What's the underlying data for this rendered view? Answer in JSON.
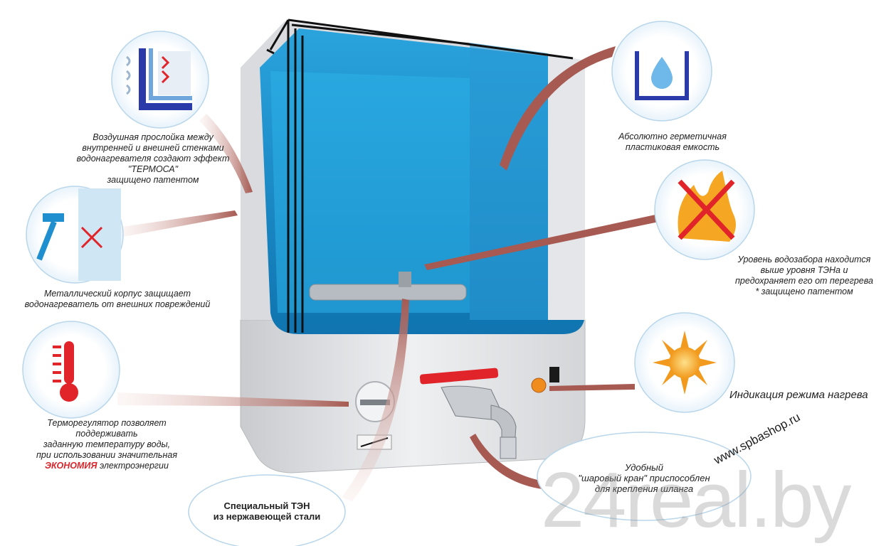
{
  "callouts": {
    "air_layer": [
      "Воздушная прослойка между",
      "внутренней и внешней стенками",
      "водонагревателя создают эффект",
      "\"ТЕРМОСА\"",
      "защищено патентом"
    ],
    "sealed_tank": [
      "Абсолютно герметичная",
      "пластиковая емкость"
    ],
    "metal_body": [
      "Металлический корпус защищает",
      "водонагреватель от внешних повреждений"
    ],
    "intake_level": [
      "Уровень водозабора находится",
      "выше уровня ТЭНа и",
      "предохраняет его от перегрева",
      "* защищено патентом"
    ],
    "thermostat": [
      "Терморегулятор позволяет",
      "поддерживать",
      "заданную температуру воды,",
      "при использовании значительная"
    ],
    "thermostat_econ": "ЭКОНОМИЯ",
    "thermostat_tail": "электроэнергии",
    "heat_indicator": "Индикация режима нагрева",
    "ball_valve": [
      "Удобный",
      "\"шаровый кран\" приспособлен",
      "для крепления шланга"
    ],
    "heating_element": [
      "Специальный ТЭН",
      "из нержавеющей стали"
    ]
  },
  "watermarks": {
    "site": "www.spbashop.ru",
    "big": "24real.by"
  },
  "colors": {
    "water": "#1a8fce",
    "water_dark": "#0f6fa8",
    "body": "#dcdde0",
    "arrow": "#b0675f",
    "flame": "#f5a623",
    "cross": "#e0242a"
  }
}
